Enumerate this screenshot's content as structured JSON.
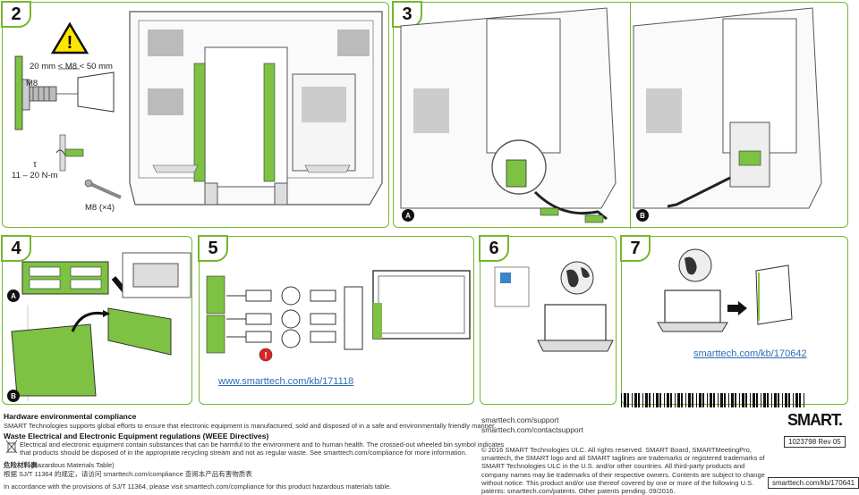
{
  "steps": {
    "s2": "2",
    "s3": "3",
    "s4": "4",
    "s5": "5",
    "s6": "6",
    "s7": "7"
  },
  "step2": {
    "spacing": "20 mm < M8 < 50 mm",
    "bolt": "M8",
    "torque_symbol": "τ",
    "torque": "11 – 20 N-m",
    "screws": "M8 (×4)"
  },
  "markers": {
    "a": "A",
    "b": "B"
  },
  "links": {
    "kb_171118": "www.smarttech.com/kb/171118",
    "kb_170642": "smarttech.com/kb/170642"
  },
  "footer": {
    "h1": "Hardware environmental compliance",
    "p1": "SMART Technologies supports global efforts to ensure that electronic equipment is manufactured, sold and disposed of in a safe and environmentally friendly manner.",
    "h2": "Waste Electrical and Electronic Equipment regulations  (WEEE Directives)",
    "p2a": "Electrical and electronic equipment contain substances that can be harmful to the environment and to human health. The crossed-out wheeled bin symbol indicates",
    "p2b": "that products should be disposed of in the appropriate recycling stream and not as regular waste.     See smarttech.com/compliance for more information.",
    "h3": "危险材料表",
    "h3b": "(Hazardous Materials Table)",
    "p3": "根据 SJ/T 11364 的规定，请访问 smarttech.com/compliance 查阅本产品有害物质表",
    "p4": "In accordance with the provisions of SJ/T 11364, please visit smarttech.com/compliance for this product hazardous materials table.",
    "support": "smarttech.com/support",
    "contact": "smarttech.com/contactsupport",
    "copyright": "© 2016 SMART Technologies ULC. All rights reserved. SMART Board, SMARTMeetingPro, smarttech, the SMART logo and all SMART taglines are trademarks or registered trademarks of SMART Technologies ULC in the U.S. and/or other countries. All third-party products and company names may be trademarks of their respective owners. Contents are subject to change without notice. This product and/or use thereof covered by one or more of the following U.S. patents: smarttech.com/patents. Other patents pending. 09/2016.",
    "logo": "SMART.",
    "doc_number": "1023798 Rev 05",
    "kb_170641": "smarttech.com/kb/170641"
  }
}
